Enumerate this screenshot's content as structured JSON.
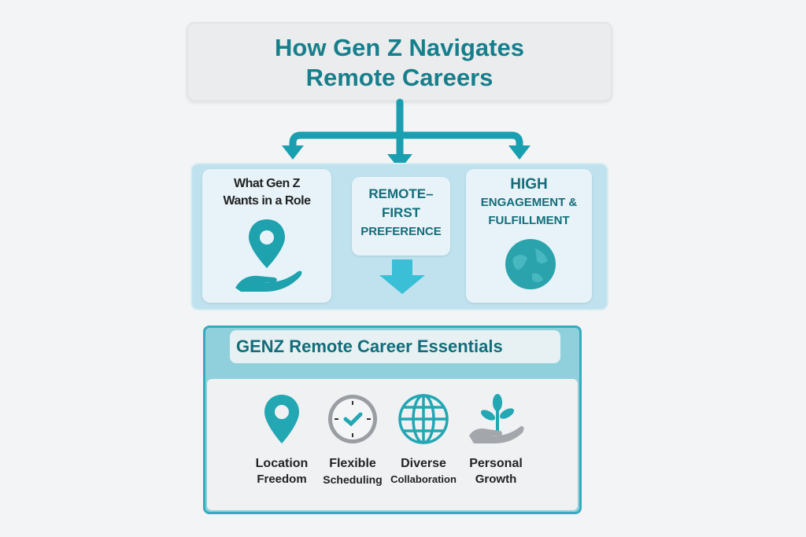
{
  "title": {
    "line1": "How Gen Z Navigates",
    "line2": "Remote Careers"
  },
  "colors": {
    "teal": "#177e8c",
    "arrow": "#1a9fb0",
    "panel": "#bfe2ee",
    "border": "#37abbd"
  },
  "flow_cards": [
    {
      "line1": "What Gen Z",
      "line2": "Wants in a Role",
      "icon": "pin-hand-icon"
    },
    {
      "line1": "REMOTE–",
      "line2": "FIRST",
      "line3": "PREFERENCE",
      "icon": "down-arrow-icon"
    },
    {
      "line1": "HIGH",
      "line2": "ENGAGEMENT &",
      "line3": "FULFILLMENT",
      "icon": "globe-icon"
    }
  ],
  "essentials": {
    "title": "GENZ Remote Career Essentials",
    "items": [
      {
        "line1": "Location",
        "line2": "Freedom",
        "icon": "location-pin-icon"
      },
      {
        "line1": "Flexible",
        "line2": "Scheduling",
        "icon": "clock-check-icon"
      },
      {
        "line1": "Diverse",
        "line2": "Collaboration",
        "icon": "globe-grid-icon"
      },
      {
        "line1": "Personal",
        "line2": "Growth",
        "icon": "plant-hand-icon"
      }
    ]
  }
}
